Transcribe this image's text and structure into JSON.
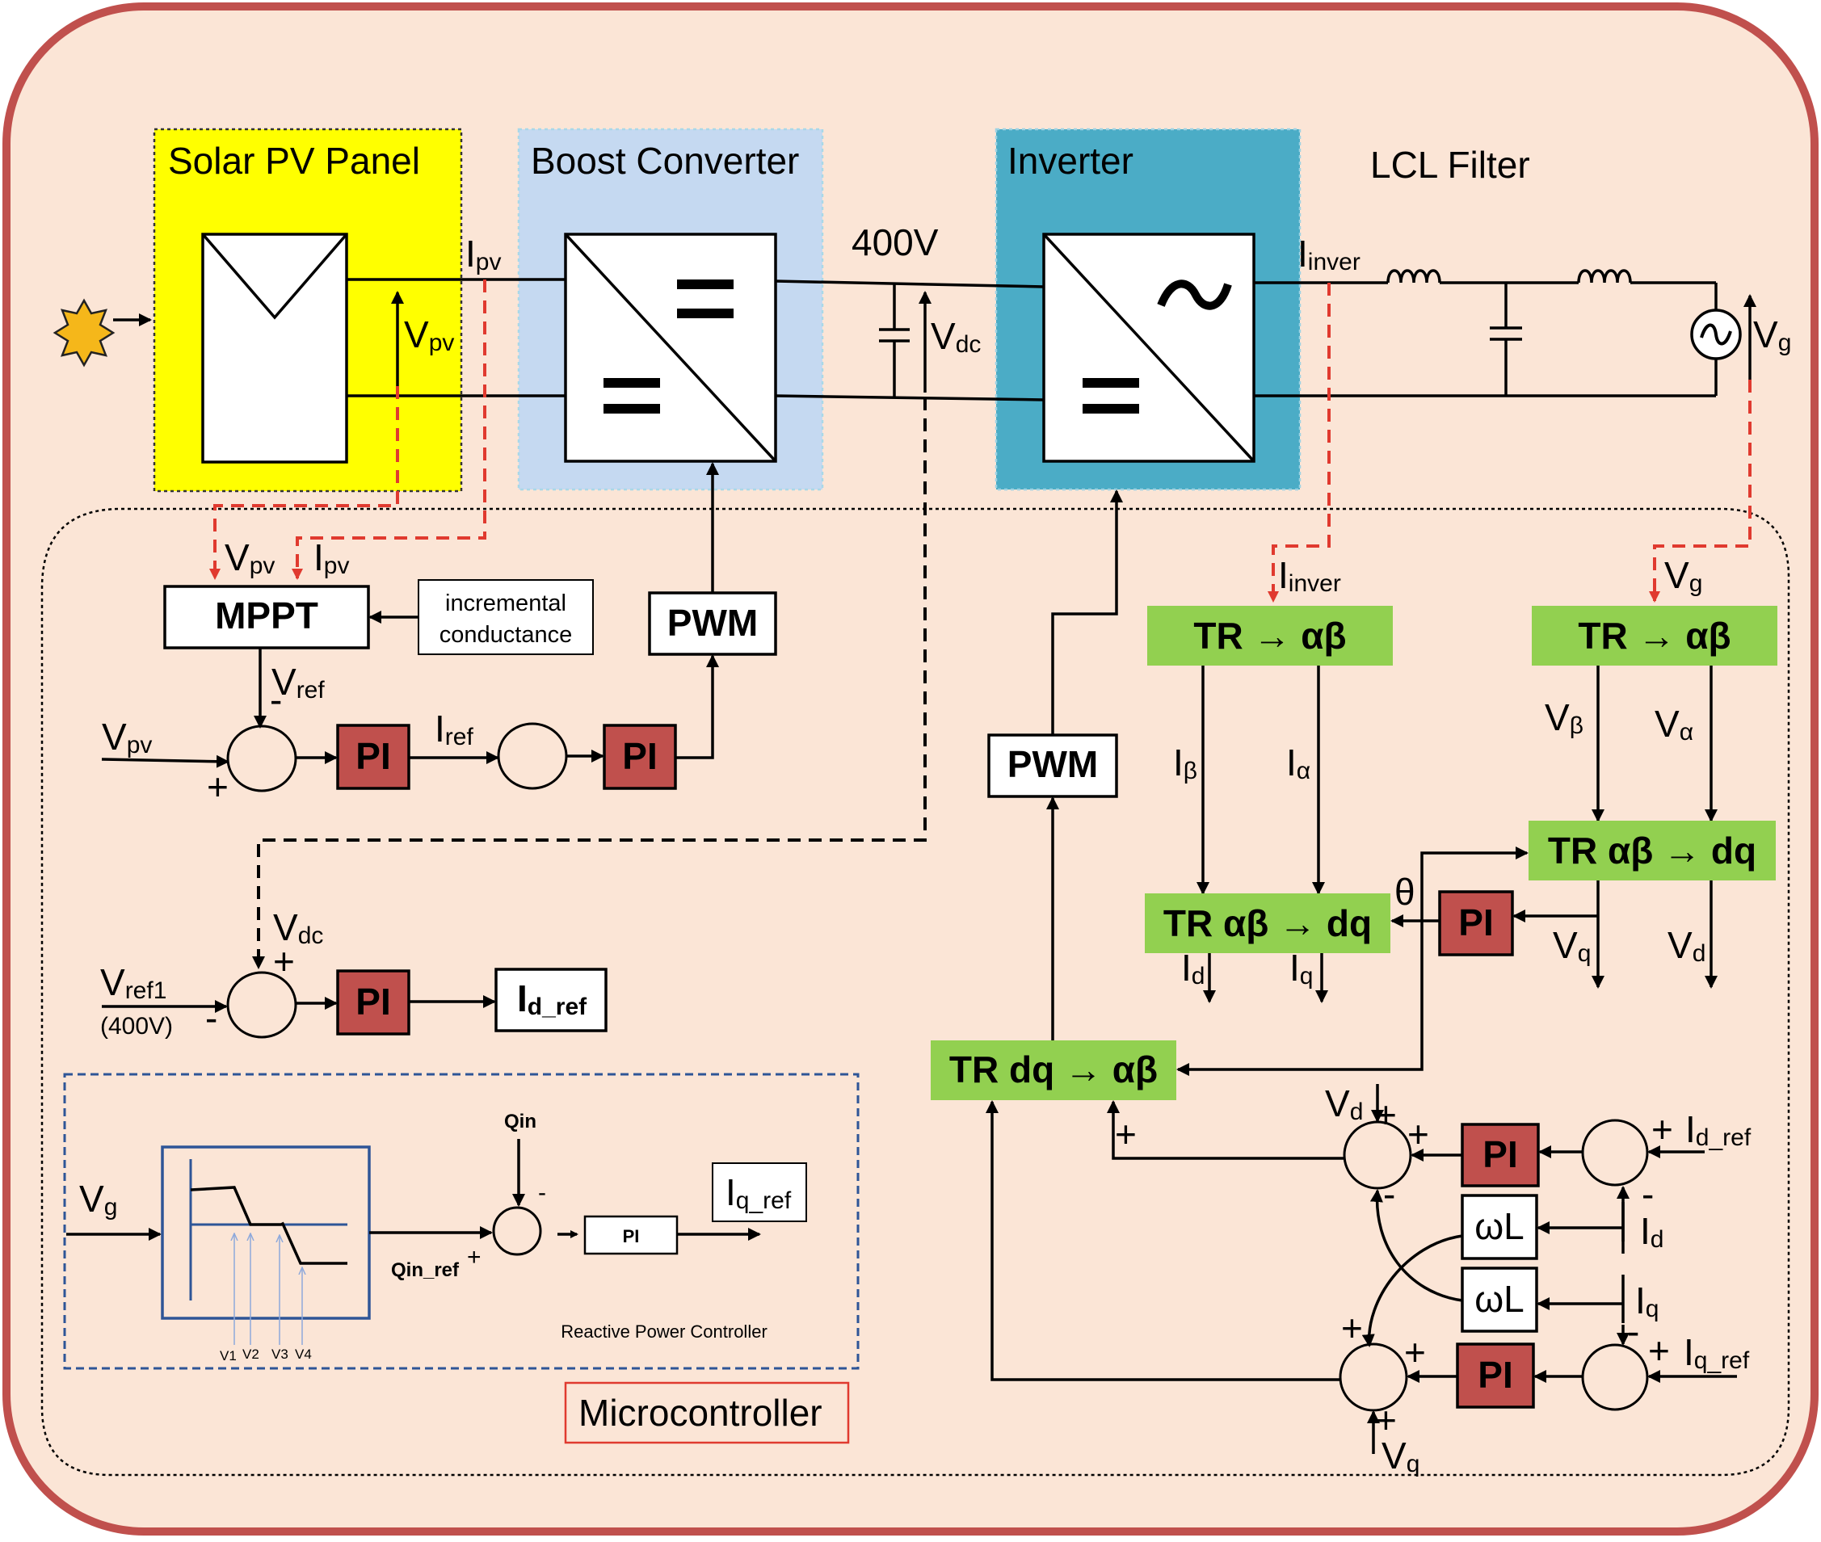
{
  "blocks": {
    "solar_pv_panel": "Solar PV Panel",
    "boost_converter": "Boost Converter",
    "inverter": "Inverter",
    "lcl_filter": "LCL Filter",
    "microcontroller": "Microcontroller",
    "reactive_power_controller": "Reactive Power Controller"
  },
  "labels": {
    "dc_voltage": "400V",
    "mppt": "MPPT",
    "incremental_line1": "incremental",
    "incremental_line2": "conductance",
    "pwm": "PWM",
    "pi": "PI",
    "tr_to_ab": "TR → αβ",
    "tr_ab_dq": "TR αβ → dq",
    "tr_dq_ab": "TR dq → αβ",
    "omega_l": "ωL",
    "qin": "Qin",
    "qin_ref_main": "Qin_ref",
    "v1": "V1",
    "v2": "V2",
    "v3": "V3",
    "v4": "V4",
    "plus": "+",
    "minus": "-",
    "ref400": "(400V)",
    "theta": "θ"
  },
  "signals": {
    "ipv": {
      "main": "I",
      "sub": "pv"
    },
    "vpv": {
      "main": "V",
      "sub": "pv"
    },
    "vdc": {
      "main": "V",
      "sub": "dc"
    },
    "iinver": {
      "main": "I",
      "sub": "inver"
    },
    "vg": {
      "main": "V",
      "sub": "g"
    },
    "vref": {
      "main": "V",
      "sub": "ref"
    },
    "iref": {
      "main": "I",
      "sub": "ref"
    },
    "vref1": {
      "main": "V",
      "sub": "ref1"
    },
    "id_ref": {
      "main": "I",
      "sub": "d_ref"
    },
    "iq_ref": {
      "main": "I",
      "sub": "q_ref"
    },
    "ibeta": {
      "main": "I",
      "sub": "β"
    },
    "ialpha": {
      "main": "I",
      "sub": "α"
    },
    "vbeta": {
      "main": "V",
      "sub": "β"
    },
    "valpha": {
      "main": "V",
      "sub": "α"
    },
    "id": {
      "main": "I",
      "sub": "d"
    },
    "iq": {
      "main": "I",
      "sub": "q"
    },
    "vd": {
      "main": "V",
      "sub": "d"
    },
    "vq": {
      "main": "V",
      "sub": "q"
    }
  },
  "colors": {
    "background": "#fbe5d6",
    "outer_border": "#c0504d",
    "solar_fill": "#ffff00",
    "boost_fill": "#c5d9f1",
    "inverter_fill": "#4bacc6",
    "tr_block": "#92d050",
    "pi_block": "#c0504d",
    "signal_dash": "#e03a2f",
    "rpc_border": "#2e5597",
    "sun": "#f5b71a"
  }
}
